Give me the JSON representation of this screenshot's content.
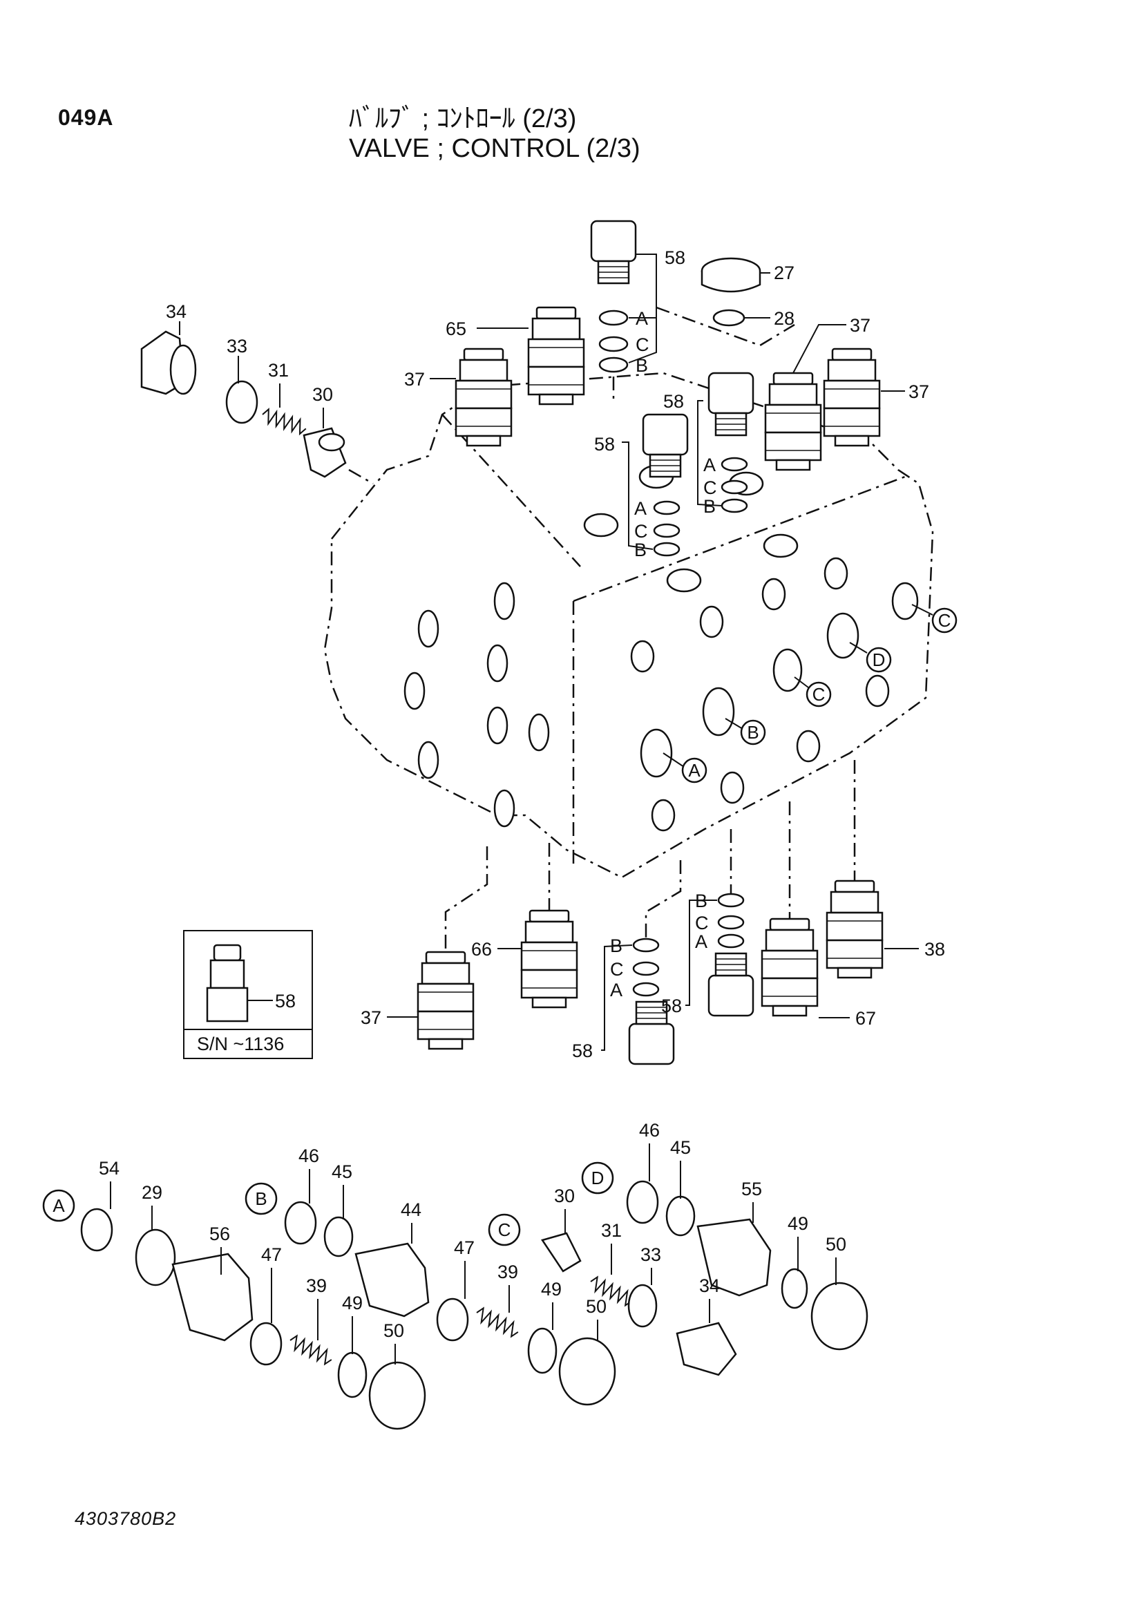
{
  "header": {
    "page_code": "049A",
    "title_jp": "ﾊﾞﾙﾌﾞ ; ｺﾝﾄﾛｰﾙ (2/3)",
    "title_en": "VALVE ; CONTROL (2/3)"
  },
  "doc_number": "4303780B2",
  "inset": {
    "part_label": "58",
    "serial_note": "S/N  ~1136"
  },
  "port_labels": [
    "A",
    "B",
    "C",
    "D"
  ],
  "callouts": {
    "c27": "27",
    "c28": "28",
    "c58_top": "58",
    "c58_mid_left": "58",
    "c58_mid_right": "58",
    "c58_bot_left": "58",
    "c58_bot_right": "58",
    "c65": "65",
    "c37_left": "37",
    "c37_right_top": "37",
    "c37_right": "37",
    "c34_top": "34",
    "c33_top": "33",
    "c31_top": "31",
    "c30_top": "30",
    "c37_bottom": "37",
    "c66": "66",
    "c67": "67",
    "c38": "38",
    "c54": "54",
    "c29": "29",
    "c56": "56",
    "c47_a": "47",
    "c39_a": "39",
    "c49_a": "49",
    "c50_a": "50",
    "c46_b": "46",
    "c45_b": "45",
    "c44": "44",
    "c47_b": "47",
    "c39_b": "39",
    "c49_b": "49",
    "c50_b": "50",
    "c30_c": "30",
    "c31_c": "31",
    "c33_c": "33",
    "c34_c": "34",
    "c46_d": "46",
    "c45_d": "45",
    "c55": "55",
    "c49_d": "49",
    "c50_d": "50"
  },
  "seal_letters": [
    "A",
    "C",
    "B"
  ]
}
